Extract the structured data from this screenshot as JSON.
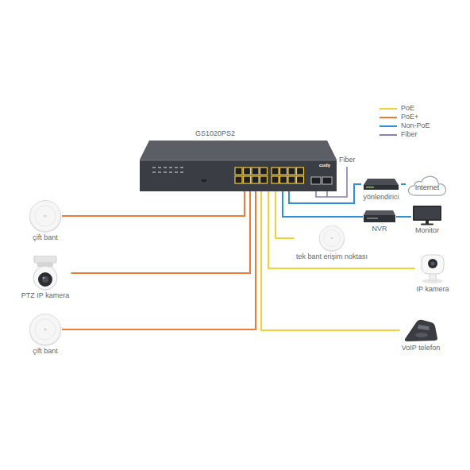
{
  "diagram": {
    "nodes": [
      {
        "text": [
          "GS1020PS2"
        ]
      },
      {
        "text": [
          "çift bant"
        ]
      },
      {
        "text": [
          "PTZ IP kamera"
        ]
      },
      {
        "text": [
          "çift bant"
        ]
      },
      {
        "text": [
          "tek bant erişim noktası"
        ]
      },
      {
        "text": [
          "IP kamera"
        ]
      },
      {
        "text": [
          "VoIP telefon"
        ]
      },
      {
        "text": [
          "yönlendirici"
        ]
      },
      {
        "text": [
          "Internet"
        ]
      },
      {
        "text": [
          "NVR"
        ]
      },
      {
        "text": [
          "Monitor"
        ]
      }
    ],
    "edges": [
      {
        "from": 0,
        "to": 1,
        "arrow": "none"
      },
      {
        "from": 0,
        "to": 2,
        "arrow": "none"
      },
      {
        "from": 0,
        "to": 3,
        "arrow": "none"
      },
      {
        "from": 0,
        "to": 4,
        "arrow": "none"
      },
      {
        "from": 0,
        "to": 5,
        "arrow": "none"
      },
      {
        "from": 0,
        "to": 6,
        "arrow": "none"
      },
      {
        "from": 0,
        "to": 7,
        "arrow": "none"
      },
      {
        "from": 7,
        "to": 8,
        "arrow": "none"
      },
      {
        "from": 0,
        "to": 9,
        "arrow": "none"
      },
      {
        "from": 9,
        "to": 10,
        "arrow": "none"
      }
    ],
    "labels": [
      "Fiber",
      "cudy"
    ],
    "legend": [
      {
        "text": "PoE",
        "color": "#f5cf3c"
      },
      {
        "text": "PoE+",
        "color": "#f07a3a"
      },
      {
        "text": "Non-PoE",
        "color": "#2f8fd8"
      },
      {
        "text": "Fiber",
        "color": "#8b7fb0"
      }
    ]
  }
}
